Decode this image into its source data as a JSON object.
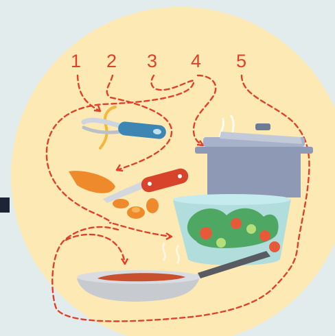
{
  "steps": [
    {
      "label": "1",
      "icon": "peeler-icon"
    },
    {
      "label": "2",
      "icon": "knife-carrot-icon"
    },
    {
      "label": "3",
      "icon": "frying-pan-icon"
    },
    {
      "label": "4",
      "icon": "salad-bowl-icon"
    },
    {
      "label": "5",
      "icon": "cooking-pot-icon"
    }
  ],
  "colors": {
    "background": "#e3ecec",
    "circle": "#fde9b3",
    "path": "#e0402a",
    "handle_blue": "#3d86b4",
    "handle_red": "#d8432b",
    "carrot": "#ee8a2c",
    "pot": "#8e99b6",
    "bowl": "#a9dbe0",
    "pan": "#c7cbd0"
  }
}
